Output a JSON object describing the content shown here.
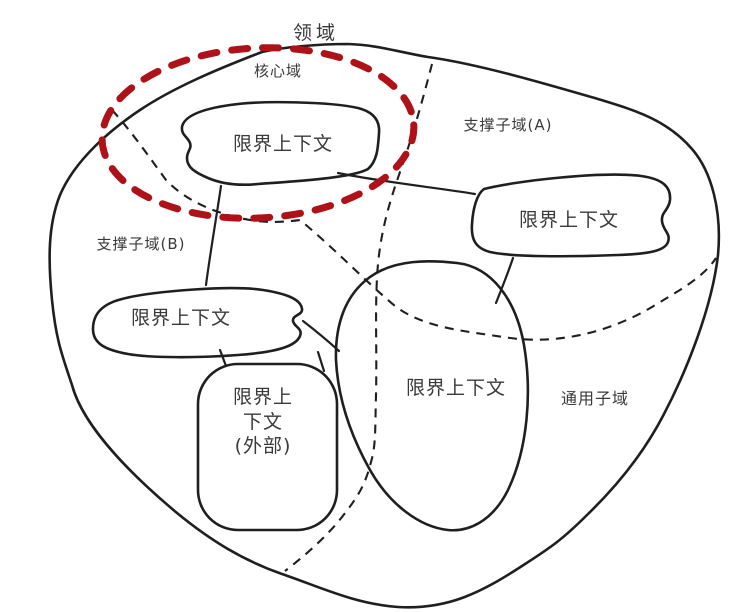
{
  "diagram": {
    "title": "领域",
    "core": {
      "label": "核心域",
      "context": "限界上下文"
    },
    "supporting_a": {
      "label": "支撑子域(A)",
      "context": "限界上下文"
    },
    "supporting_b": {
      "label": "支撑子域(B)",
      "context": "限界上下文"
    },
    "generic": {
      "label": "通用子域"
    },
    "middle": {
      "context": "限界上下文"
    },
    "external": {
      "line1": "限界上",
      "line2": "下文",
      "line3": "(外部)"
    },
    "colors": {
      "line": "#1f1f1f",
      "text": "#3a3a3a",
      "highlight": "#ae1117",
      "background": "#ffffff"
    }
  }
}
